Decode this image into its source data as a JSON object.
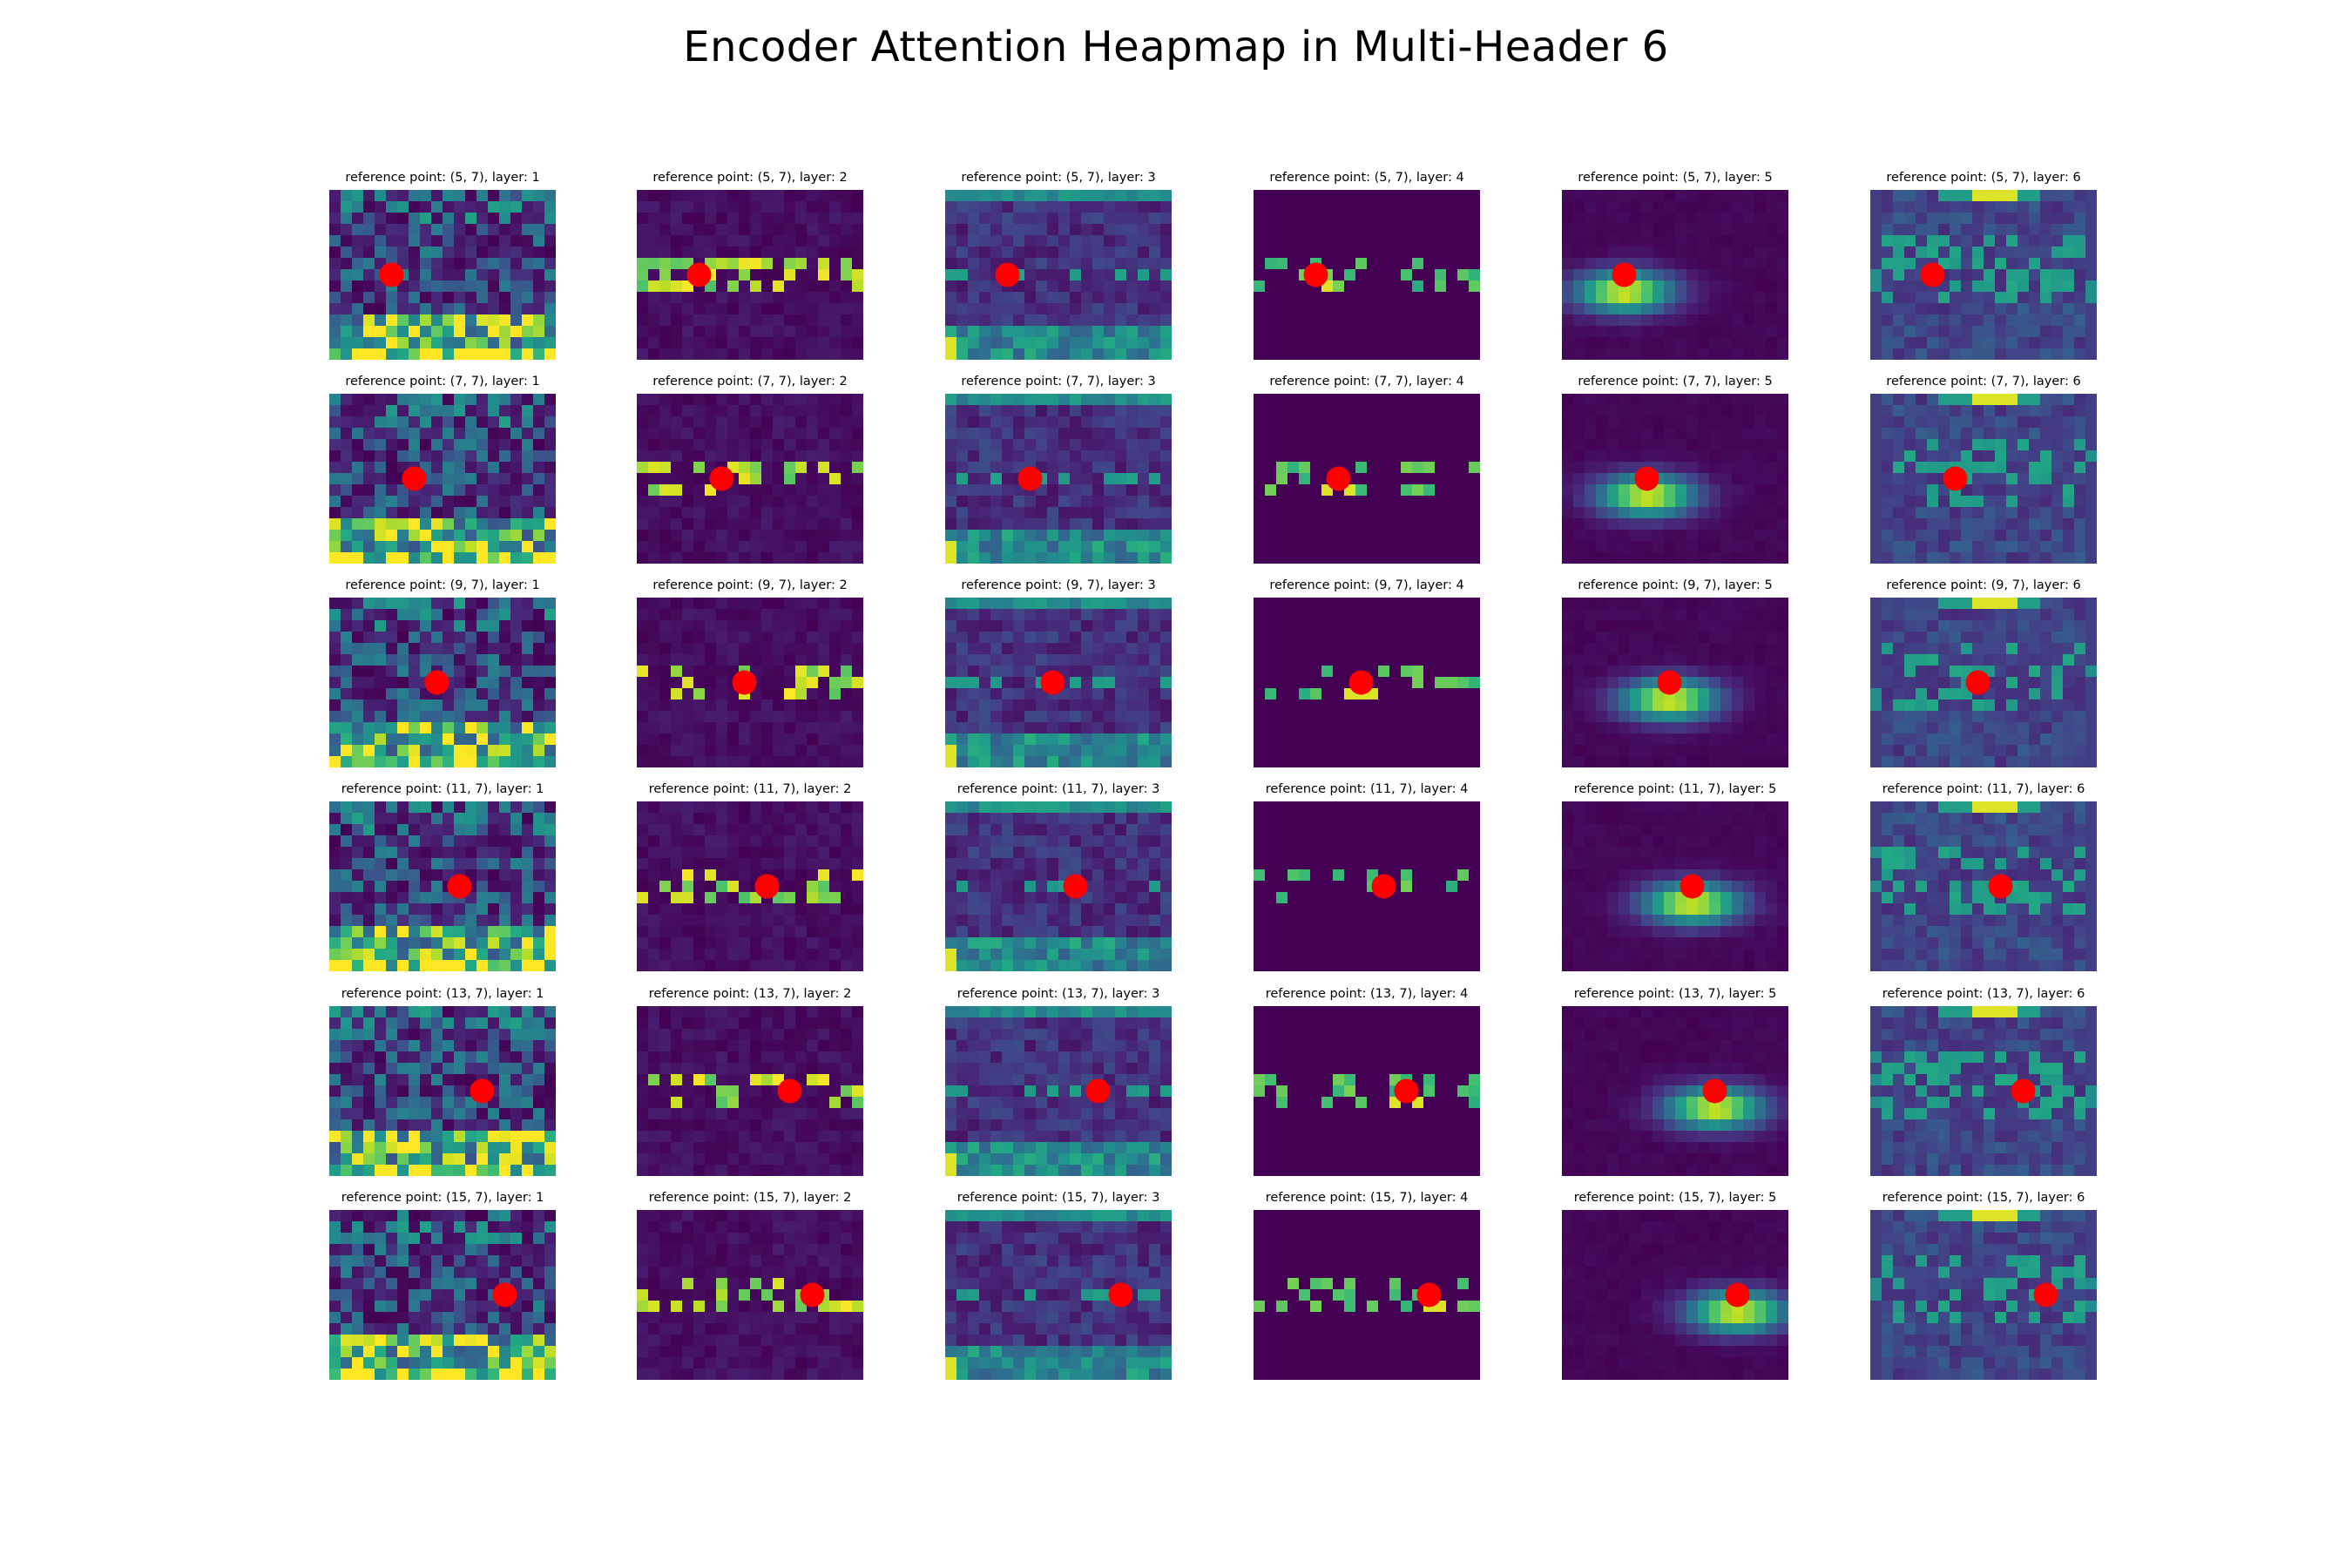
{
  "title": "Encoder Attention Heapmap in Multi-Header 6",
  "chart_data": {
    "type": "heatmap",
    "title": "Encoder Attention Heapmap in Multi-Header 6",
    "colormap": "viridis",
    "grid_size": {
      "cols": 20,
      "rows": 15
    },
    "marker_color": "#ff0000",
    "reference_points": [
      [
        5,
        7
      ],
      [
        7,
        7
      ],
      [
        9,
        7
      ],
      [
        11,
        7
      ],
      [
        13,
        7
      ],
      [
        15,
        7
      ]
    ],
    "layers": [
      1,
      2,
      3,
      4,
      5,
      6
    ],
    "panels": [
      {
        "title": "reference point: (5, 7), layer: 1",
        "ref": [
          5,
          7
        ],
        "layer": 1
      },
      {
        "title": "reference point: (5, 7), layer: 2",
        "ref": [
          5,
          7
        ],
        "layer": 2
      },
      {
        "title": "reference point: (5, 7), layer: 3",
        "ref": [
          5,
          7
        ],
        "layer": 3
      },
      {
        "title": "reference point: (5, 7), layer: 4",
        "ref": [
          5,
          7
        ],
        "layer": 4
      },
      {
        "title": "reference point: (5, 7), layer: 5",
        "ref": [
          5,
          7
        ],
        "layer": 5
      },
      {
        "title": "reference point: (5, 7), layer: 6",
        "ref": [
          5,
          7
        ],
        "layer": 6
      },
      {
        "title": "reference point: (7, 7), layer: 1",
        "ref": [
          7,
          7
        ],
        "layer": 1
      },
      {
        "title": "reference point: (7, 7), layer: 2",
        "ref": [
          7,
          7
        ],
        "layer": 2
      },
      {
        "title": "reference point: (7, 7), layer: 3",
        "ref": [
          7,
          7
        ],
        "layer": 3
      },
      {
        "title": "reference point: (7, 7), layer: 4",
        "ref": [
          7,
          7
        ],
        "layer": 4
      },
      {
        "title": "reference point: (7, 7), layer: 5",
        "ref": [
          7,
          7
        ],
        "layer": 5
      },
      {
        "title": "reference point: (7, 7), layer: 6",
        "ref": [
          7,
          7
        ],
        "layer": 6
      },
      {
        "title": "reference point: (9, 7), layer: 1",
        "ref": [
          9,
          7
        ],
        "layer": 1
      },
      {
        "title": "reference point: (9, 7), layer: 2",
        "ref": [
          9,
          7
        ],
        "layer": 2
      },
      {
        "title": "reference point: (9, 7), layer: 3",
        "ref": [
          9,
          7
        ],
        "layer": 3
      },
      {
        "title": "reference point: (9, 7), layer: 4",
        "ref": [
          9,
          7
        ],
        "layer": 4
      },
      {
        "title": "reference point: (9, 7), layer: 5",
        "ref": [
          9,
          7
        ],
        "layer": 5
      },
      {
        "title": "reference point: (9, 7), layer: 6",
        "ref": [
          9,
          7
        ],
        "layer": 6
      },
      {
        "title": "reference point: (11, 7), layer: 1",
        "ref": [
          11,
          7
        ],
        "layer": 1
      },
      {
        "title": "reference point: (11, 7), layer: 2",
        "ref": [
          11,
          7
        ],
        "layer": 2
      },
      {
        "title": "reference point: (11, 7), layer: 3",
        "ref": [
          11,
          7
        ],
        "layer": 3
      },
      {
        "title": "reference point: (11, 7), layer: 4",
        "ref": [
          11,
          7
        ],
        "layer": 4
      },
      {
        "title": "reference point: (11, 7), layer: 5",
        "ref": [
          11,
          7
        ],
        "layer": 5
      },
      {
        "title": "reference point: (11, 7), layer: 6",
        "ref": [
          11,
          7
        ],
        "layer": 6
      },
      {
        "title": "reference point: (13, 7), layer: 1",
        "ref": [
          13,
          7
        ],
        "layer": 1
      },
      {
        "title": "reference point: (13, 7), layer: 2",
        "ref": [
          13,
          7
        ],
        "layer": 2
      },
      {
        "title": "reference point: (13, 7), layer: 3",
        "ref": [
          13,
          7
        ],
        "layer": 3
      },
      {
        "title": "reference point: (13, 7), layer: 4",
        "ref": [
          13,
          7
        ],
        "layer": 4
      },
      {
        "title": "reference point: (13, 7), layer: 5",
        "ref": [
          13,
          7
        ],
        "layer": 5
      },
      {
        "title": "reference point: (13, 7), layer: 6",
        "ref": [
          13,
          7
        ],
        "layer": 6
      },
      {
        "title": "reference point: (15, 7), layer: 1",
        "ref": [
          15,
          7
        ],
        "layer": 1
      },
      {
        "title": "reference point: (15, 7), layer: 2",
        "ref": [
          15,
          7
        ],
        "layer": 2
      },
      {
        "title": "reference point: (15, 7), layer: 3",
        "ref": [
          15,
          7
        ],
        "layer": 3
      },
      {
        "title": "reference point: (15, 7), layer: 4",
        "ref": [
          15,
          7
        ],
        "layer": 4
      },
      {
        "title": "reference point: (15, 7), layer: 5",
        "ref": [
          15,
          7
        ],
        "layer": 5
      },
      {
        "title": "reference point: (15, 7), layer: 6",
        "ref": [
          15,
          7
        ],
        "layer": 6
      }
    ],
    "grid": false,
    "axes_visible": false
  }
}
